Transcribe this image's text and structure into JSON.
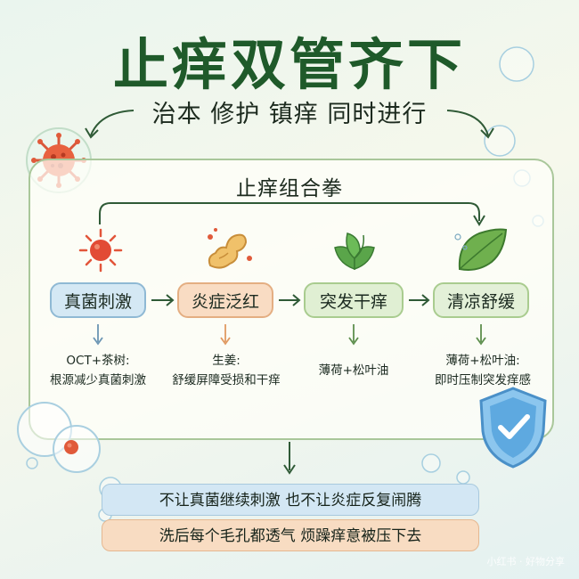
{
  "title": "止痒双管齐下",
  "subtitle": "治本 修护 镇痒 同时进行",
  "panel_title": "止痒组合拳",
  "steps": [
    {
      "label": "真菌刺激",
      "desc_line1": "OCT+茶树:",
      "desc_line2": "根源减少真菌刺激"
    },
    {
      "label": "炎症泛红",
      "desc_line1": "生姜:",
      "desc_line2": "舒缓屏障受损和干痒"
    },
    {
      "label": "突发干痒",
      "desc_line1": "",
      "desc_line2": "薄荷+松叶油"
    },
    {
      "label": "清凉舒缓",
      "desc_line1": "薄荷+松叶油:",
      "desc_line2": "即时压制突发痒感"
    }
  ],
  "banners": [
    "不让真菌继续刺激 也不让炎症反复闹腾",
    "洗后每个毛孔都透气 烦躁痒意被压下去"
  ],
  "watermark": "小红书 · 好物分享",
  "icons": [
    "virus-icon",
    "sun-icon",
    "ginger-icon",
    "mint-leaf-icon",
    "green-leaf-icon",
    "shield-check-icon",
    "bubble-icon"
  ],
  "colors": {
    "title_green": "#1f5a2a",
    "blue_pill": "#d4e8f4",
    "orange_pill": "#f9dcc3",
    "green_pill": "#e0efd3",
    "virus_red": "#e05a3a",
    "shield_blue": "#5ea9e0"
  }
}
